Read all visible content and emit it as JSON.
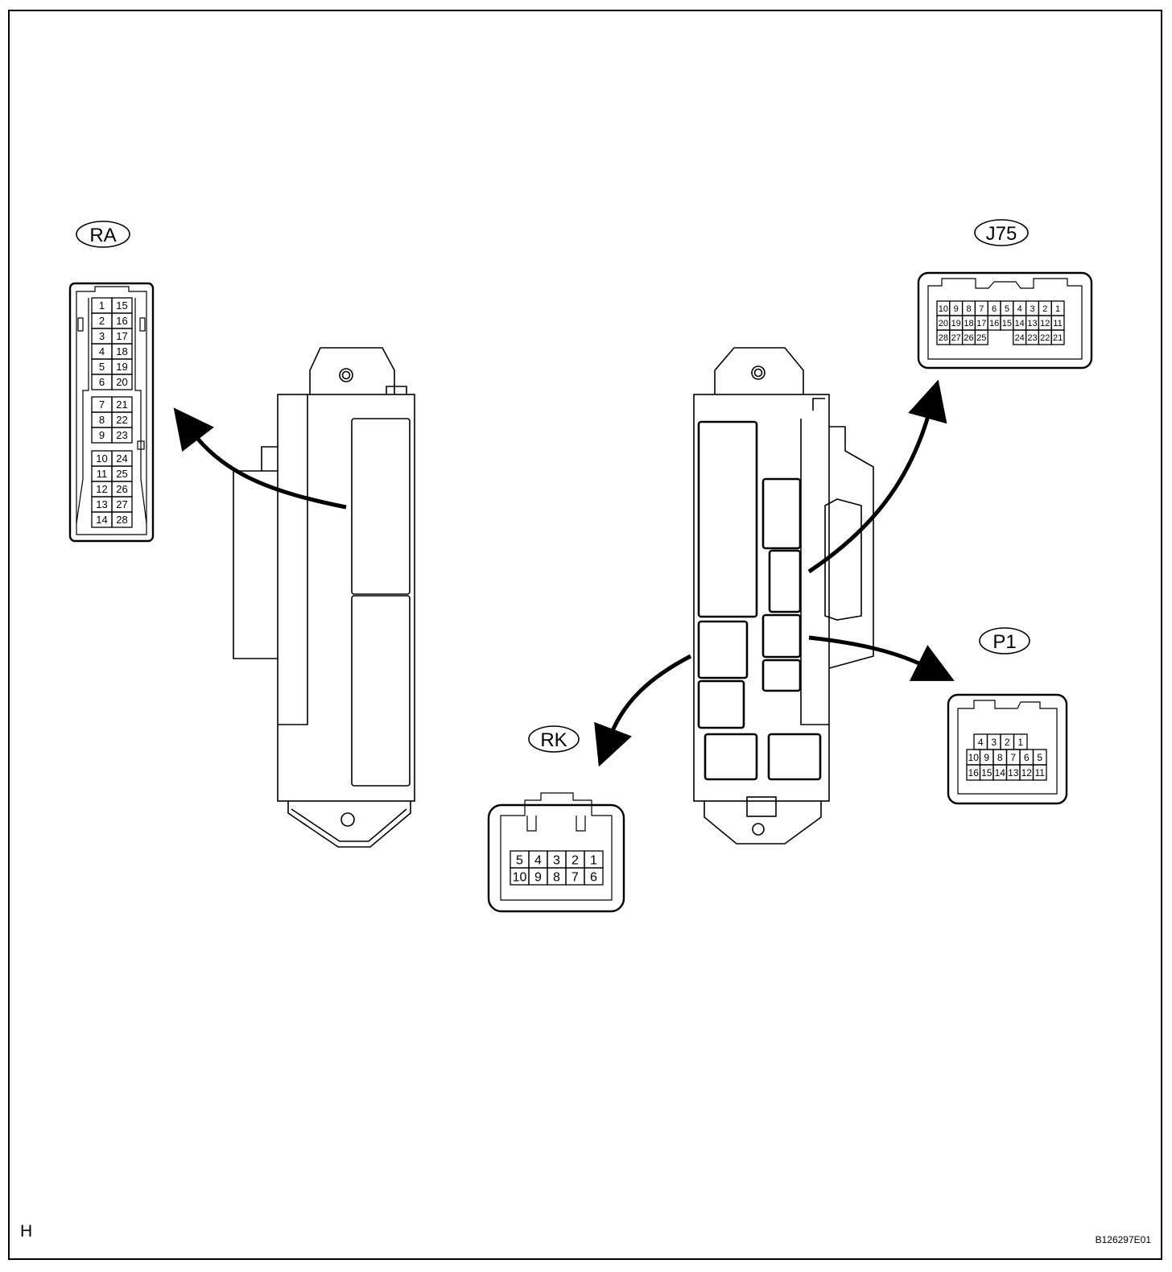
{
  "page": {
    "corner_letter": "H",
    "figure_code": "B126297E01"
  },
  "connectors": {
    "ra": {
      "label": "RA",
      "left_pins": [
        "1",
        "2",
        "3",
        "4",
        "5",
        "6",
        "7",
        "8",
        "9",
        "10",
        "11",
        "12",
        "13",
        "14"
      ],
      "right_pins": [
        "15",
        "16",
        "17",
        "18",
        "19",
        "20",
        "21",
        "22",
        "23",
        "24",
        "25",
        "26",
        "27",
        "28"
      ]
    },
    "j75": {
      "label": "J75",
      "row1": [
        "10",
        "9",
        "8",
        "7",
        "6",
        "5",
        "4",
        "3",
        "2",
        "1"
      ],
      "row2": [
        "20",
        "19",
        "18",
        "17",
        "16",
        "15",
        "14",
        "13",
        "12",
        "11"
      ],
      "row3_left": [
        "28",
        "27",
        "26",
        "25"
      ],
      "row3_right": [
        "24",
        "23",
        "22",
        "21"
      ]
    },
    "p1": {
      "label": "P1",
      "row1": [
        "4",
        "3",
        "2",
        "1"
      ],
      "row2": [
        "10",
        "9",
        "8",
        "7",
        "6",
        "5"
      ],
      "row3": [
        "16",
        "15",
        "14",
        "13",
        "12",
        "11"
      ]
    },
    "rk": {
      "label": "RK",
      "row1": [
        "5",
        "4",
        "3",
        "2",
        "1"
      ],
      "row2": [
        "10",
        "9",
        "8",
        "7",
        "6"
      ]
    }
  }
}
